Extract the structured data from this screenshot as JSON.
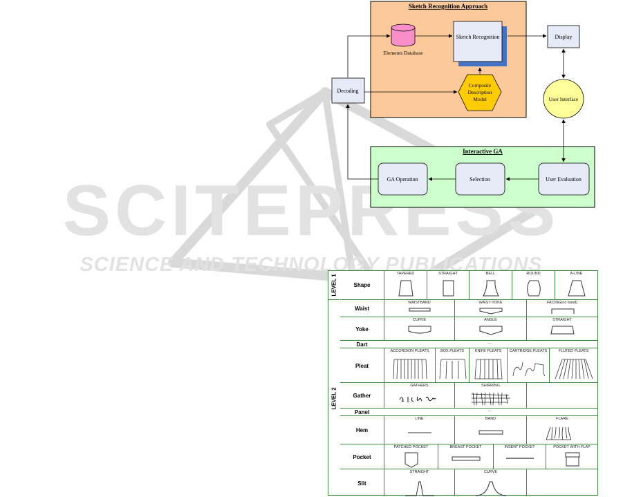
{
  "diagram": {
    "sketch_box_title": "Sketch Recognition Approach",
    "interactive_box_title": "Interactive GA",
    "nodes": {
      "elements_db": "Elements Database",
      "sketch_recognition": "Sketch Recognition",
      "display": "Display",
      "decoding": "Decoding",
      "composite_l1": "Composite",
      "composite_l2": "Description",
      "composite_l3": "Model",
      "user_interface": "User Interface",
      "ga_operation": "GA Operation",
      "selection": "Selection",
      "user_evaluation": "User Evaluation"
    },
    "colors": {
      "sketch_box_fill": "#fcc99b",
      "interactive_box_fill": "#ccffcc",
      "node_fill": "#e6eaf7",
      "db_fill": "#f98fc8",
      "hexagon_fill": "#ffcc00",
      "ellipse_fill": "#ffff99",
      "shadow": "#4472c4"
    }
  },
  "watermark": {
    "main": "SCITEPRESS",
    "sub": "SCIENCE AND TECHNOLOGY PUBLICATIONS"
  },
  "table": {
    "level1": "LEVEL 1",
    "level2": "LEVEL 2",
    "rows": {
      "shape": "Shape",
      "waist": "Waist",
      "yoke": "Yoke",
      "dart": "Dart",
      "pleat": "Pleat",
      "gather": "Gather",
      "panel": "Panel",
      "hem": "Hem",
      "pocket": "Pocket",
      "slit": "Slit"
    },
    "shape": [
      "TAPERED",
      "STRAIGHT",
      "BELL",
      "ROUND",
      "A-LINE"
    ],
    "waist": [
      "WAISTBAND",
      "WAIST-YOKE",
      "FACING(no band)"
    ],
    "yoke": [
      "CURVE",
      "ANGLE",
      "STRAIGHT"
    ],
    "dart_dots": "...",
    "pleat": [
      "ACCORDION PLEATS",
      "BOX PLEATS",
      "KNIFE PLEATS",
      "CARTRIDGE PLEATS",
      "FLUTED PLEATS"
    ],
    "gather": [
      "GATHERS",
      "SHIRRING"
    ],
    "panel_dots": "...",
    "hem": [
      "LINE",
      "BAND",
      "FLARE"
    ],
    "pocket": [
      "PATCHED POCKET",
      "BREAST POCKET",
      "INSERT POCKET",
      "POCKET WITH FLAP"
    ],
    "slit": [
      "STRAIGHT",
      "CURVE"
    ]
  }
}
